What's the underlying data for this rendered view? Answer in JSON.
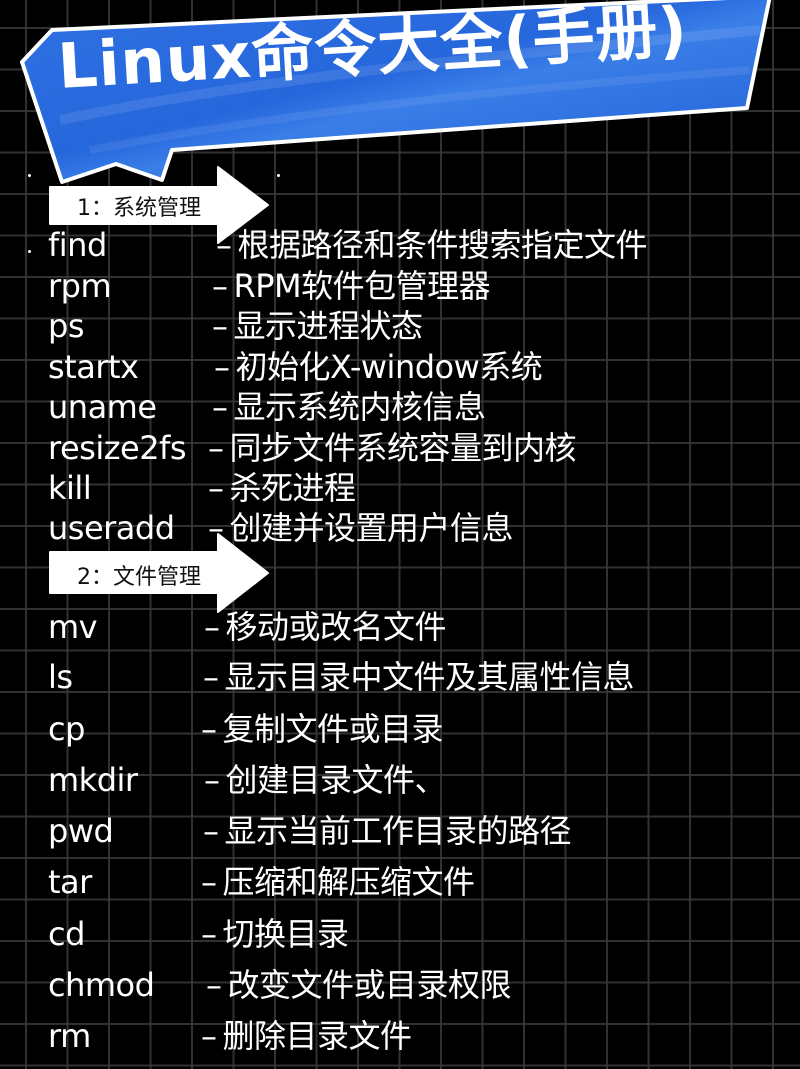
{
  "banner": {
    "title": "Linux命令大全(手册)",
    "color": "#2566dc",
    "border_color": "#ffffff"
  },
  "sections": [
    {
      "label": "1：系统管理",
      "commands": [
        {
          "name": "find",
          "separator": "–",
          "description": "根据路径和条件搜索指定文件"
        },
        {
          "name": "rpm",
          "separator": "–",
          "description": "RPM软件包管理器"
        },
        {
          "name": "ps",
          "separator": "–",
          "description": "显示进程状态"
        },
        {
          "name": "startx",
          "separator": "–",
          "description": "初始化X-window系统"
        },
        {
          "name": "uname",
          "separator": "–",
          "description": "显示系统内核信息"
        },
        {
          "name": "resize2fs",
          "separator": "–",
          "description": "同步文件系统容量到内核"
        },
        {
          "name": "kill",
          "separator": "–",
          "description": "杀死进程"
        },
        {
          "name": "useradd",
          "separator": "–",
          "description": "创建并设置用户信息"
        }
      ]
    },
    {
      "label": "2：文件管理",
      "commands": [
        {
          "name": "mv",
          "separator": "–",
          "description": "移动或改名文件"
        },
        {
          "name": "ls",
          "separator": "–",
          "description": "显示目录中文件及其属性信息"
        },
        {
          "name": "cp",
          "separator": "–",
          "description": "复制文件或目录"
        },
        {
          "name": "mkdir",
          "separator": "–",
          "description": "创建目录文件、"
        },
        {
          "name": "pwd",
          "separator": "–",
          "description": "显示当前工作目录的路径"
        },
        {
          "name": "tar",
          "separator": "–",
          "description": "压缩和解压缩文件"
        },
        {
          "name": "cd",
          "separator": "–",
          "description": "切换目录"
        },
        {
          "name": "chmod",
          "separator": "–",
          "description": "改变文件或目录权限"
        },
        {
          "name": "rm",
          "separator": "–",
          "description": "删除目录文件"
        }
      ]
    }
  ]
}
